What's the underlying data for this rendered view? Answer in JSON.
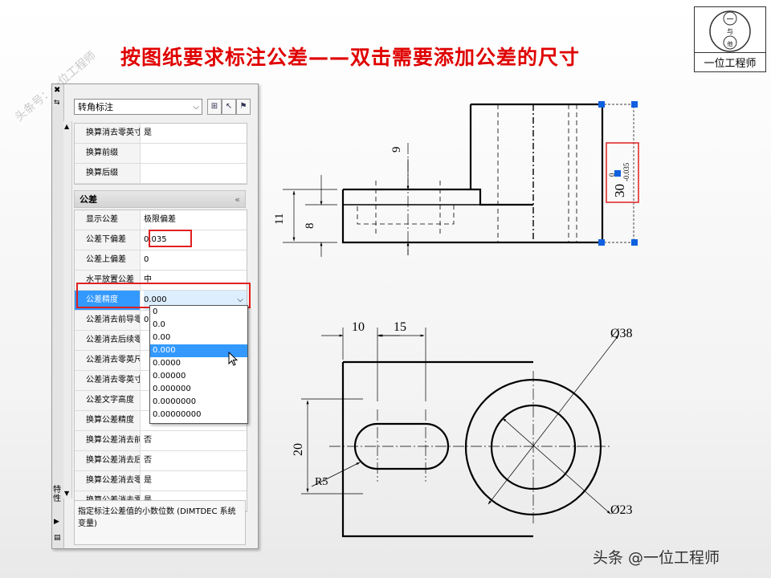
{
  "slide": {
    "title": "按图纸要求标注公差——双击需要添加公差的尺寸",
    "logo_text": "一位工程师",
    "logo_glyphs": [
      "一",
      "与",
      "他"
    ],
    "watermark_left": "头条号：一位工程师",
    "watermark_bottom": "头条 @一位工程师"
  },
  "panel": {
    "object_type": "转角标注",
    "upper_rows": [
      {
        "label": "换算消去零英寸",
        "value": "是"
      },
      {
        "label": "换算前缀",
        "value": ""
      },
      {
        "label": "换算后缀",
        "value": ""
      }
    ],
    "section_title": "公差",
    "section_toggle": "«",
    "tol_rows": [
      {
        "label": "显示公差",
        "value": "极限偏差"
      },
      {
        "label": "公差下偏差",
        "value": "0.035"
      },
      {
        "label": "公差上偏差",
        "value": "0"
      },
      {
        "label": "水平放置公差",
        "value": "中"
      },
      {
        "label": "公差精度",
        "value": "0.000"
      },
      {
        "label": "公差消去前导零",
        "value": "0"
      },
      {
        "label": "公差消去后续零",
        "value": ""
      },
      {
        "label": "公差消去零英尺",
        "value": ""
      },
      {
        "label": "公差消去零英寸",
        "value": ""
      },
      {
        "label": "公差文字高度",
        "value": ""
      },
      {
        "label": "换算公差精度",
        "value": ""
      },
      {
        "label": "换算公差消去前导零",
        "value": "否"
      },
      {
        "label": "换算公差消去后续零",
        "value": "否"
      },
      {
        "label": "换算公差消去零英尺",
        "value": "是"
      },
      {
        "label": "换算公差消去零英寸",
        "value": "是"
      }
    ],
    "precision_options": [
      "0",
      "0.0",
      "0.00",
      "0.000",
      "0.0000",
      "0.00000",
      "0.000000",
      "0.0000000",
      "0.00000000"
    ],
    "selected_option": "0.000",
    "description": "指定标注公差值的小数位数 (DIMTDEC 系统变量)",
    "side_label": "特性"
  },
  "drawing": {
    "top_view_dims": {
      "dim_9": "9",
      "dim_11": "11",
      "dim_8": "8",
      "dim_30": "30",
      "tol_top": "0",
      "tol_bottom": "-0.035"
    },
    "front_view_dims": {
      "dim_10": "10",
      "dim_15": "15",
      "dim_20": "20",
      "radius": "R5",
      "dia_large": "Ø38",
      "dia_small": "Ø23"
    }
  },
  "colors": {
    "title": "#e00000",
    "highlight": "#3399ff",
    "callout": "#e02020",
    "grip": "#1060e0"
  }
}
